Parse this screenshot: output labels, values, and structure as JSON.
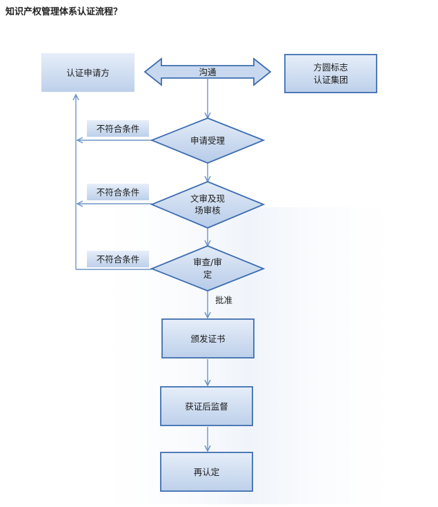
{
  "page": {
    "title": "知识产权管理体系认证流程？"
  },
  "colors": {
    "box_fill": "#dbe6f4",
    "box_stroke": "#3d6db0",
    "line": "#6d93c6",
    "arrow_fill": "#c8d8ee"
  },
  "diagram": {
    "applicant": "认证申请方",
    "communication": "沟通",
    "certifier": [
      "方圆标志",
      "认证集团"
    ],
    "steps": {
      "accept": "申请受理",
      "review": [
        "文审及现",
        "场审核"
      ],
      "approve": [
        "审查/审",
        "定"
      ],
      "issue": "颁发证书",
      "supervise": "获证后监督",
      "recertify": "再认定"
    },
    "reject_label": "不符合条件",
    "approved_label": "批准"
  }
}
